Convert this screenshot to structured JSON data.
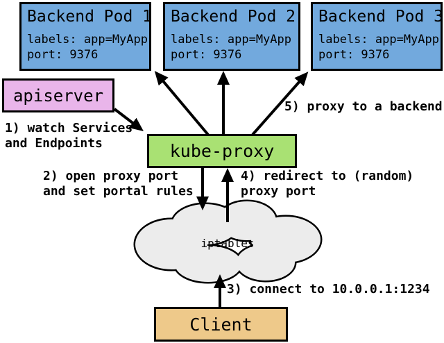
{
  "nodes": {
    "backend_pod_1": {
      "title": "Backend Pod 1",
      "labels_line": "labels: app=MyApp",
      "port_line": "port: 9376"
    },
    "backend_pod_2": {
      "title": "Backend Pod 2",
      "labels_line": "labels: app=MyApp",
      "port_line": "port: 9376"
    },
    "backend_pod_3": {
      "title": "Backend Pod 3",
      "labels_line": "labels: app=MyApp",
      "port_line": "port: 9376"
    },
    "apiserver": {
      "label": "apiserver"
    },
    "kube_proxy": {
      "label": "kube-proxy"
    },
    "iptables_cloud": {
      "label": "iptables"
    },
    "client": {
      "label": "Client"
    }
  },
  "annotations": {
    "step_1": {
      "line_1": "1) watch Services",
      "line_2": "and Endpoints"
    },
    "step_2": {
      "line_1": "2) open proxy port",
      "line_2": "and set portal rules"
    },
    "step_3": {
      "line_1": "3) connect to 10.0.0.1:1234"
    },
    "step_4": {
      "line_1": "4) redirect to (random)",
      "line_2": "proxy port"
    },
    "step_5": {
      "line_1": "5) proxy to a backend"
    }
  },
  "colors": {
    "pod_fill": "#72a9dd",
    "apiserver_fill": "#e9b5ea",
    "kube_proxy_fill": "#a9e173",
    "client_fill": "#eec98a",
    "cloud_fill": "#ececec",
    "outline": "#000000",
    "background": "#ffffff"
  }
}
